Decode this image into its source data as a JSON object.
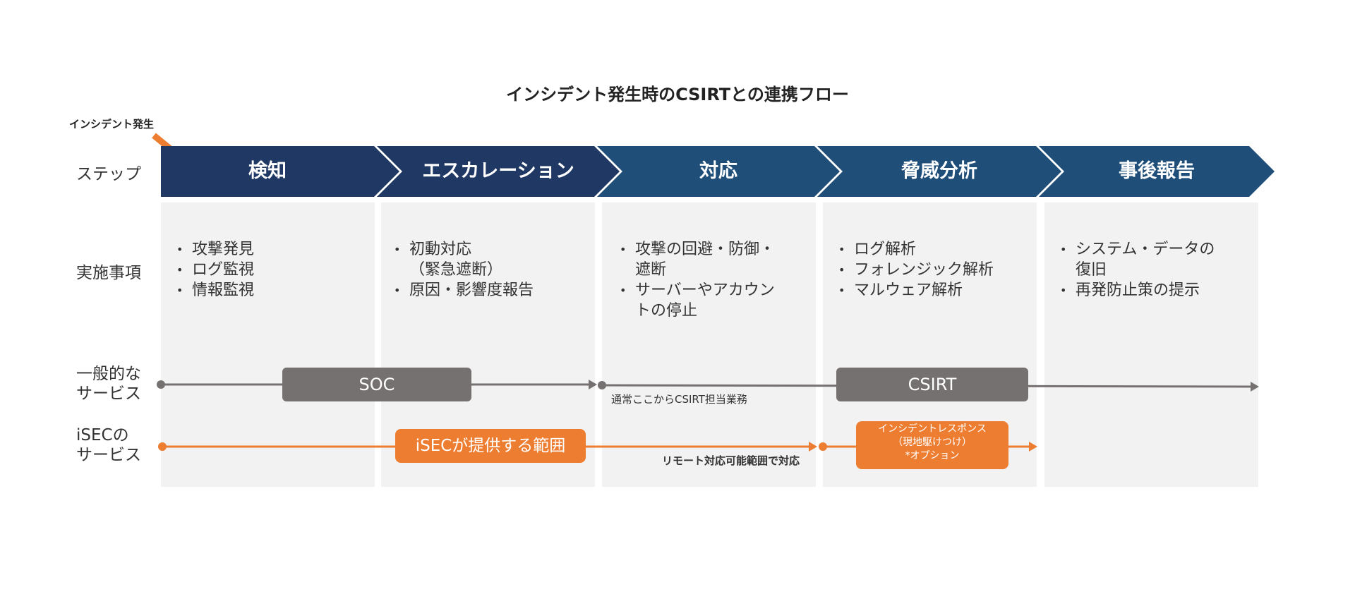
{
  "title": "インシデント発生時のCSIRTとの連携フロー",
  "start_label": "インシデント発生",
  "row_labels": {
    "step": "ステップ",
    "tasks": "実施事項",
    "general_line1": "一般的な",
    "general_line2": "サービス",
    "isec_line1": "iSECの",
    "isec_line2": "サービス"
  },
  "steps": [
    {
      "label": "検知",
      "tasks": [
        "攻撃発見",
        "ログ監視",
        "情報監視"
      ]
    },
    {
      "label": "エスカレーション",
      "tasks": [
        "初動対応\n（緊急遮断）",
        "原因・影響度報告"
      ]
    },
    {
      "label": "対応",
      "tasks": [
        "攻撃の回避・防御・\n遮断",
        "サーバーやアカウン\nトの停止"
      ]
    },
    {
      "label": "脅威分析",
      "tasks": [
        "ログ解析",
        "フォレンジック解析",
        "マルウェア解析"
      ]
    },
    {
      "label": "事後報告",
      "tasks": [
        "システム・データの\n復旧",
        "再発防止策の提示"
      ]
    }
  ],
  "general": {
    "soc": "SOC",
    "csirt": "CSIRT",
    "csirt_note": "通常ここからCSIRT担当業務"
  },
  "isec": {
    "scope": "iSECが提供する範囲",
    "remote_note": "リモート対応可能範囲で対応",
    "incident_response_line1": "インシデントレスポンス",
    "incident_response_line2": "（現地駆けつけ）",
    "incident_response_line3": "*オプション"
  },
  "colors": {
    "chevron_dark": "#1f3864",
    "chevron_mid": "#1f4e79",
    "column_bg": "#f2f2f2",
    "gray": "#767171",
    "orange": "#ed7d31"
  }
}
